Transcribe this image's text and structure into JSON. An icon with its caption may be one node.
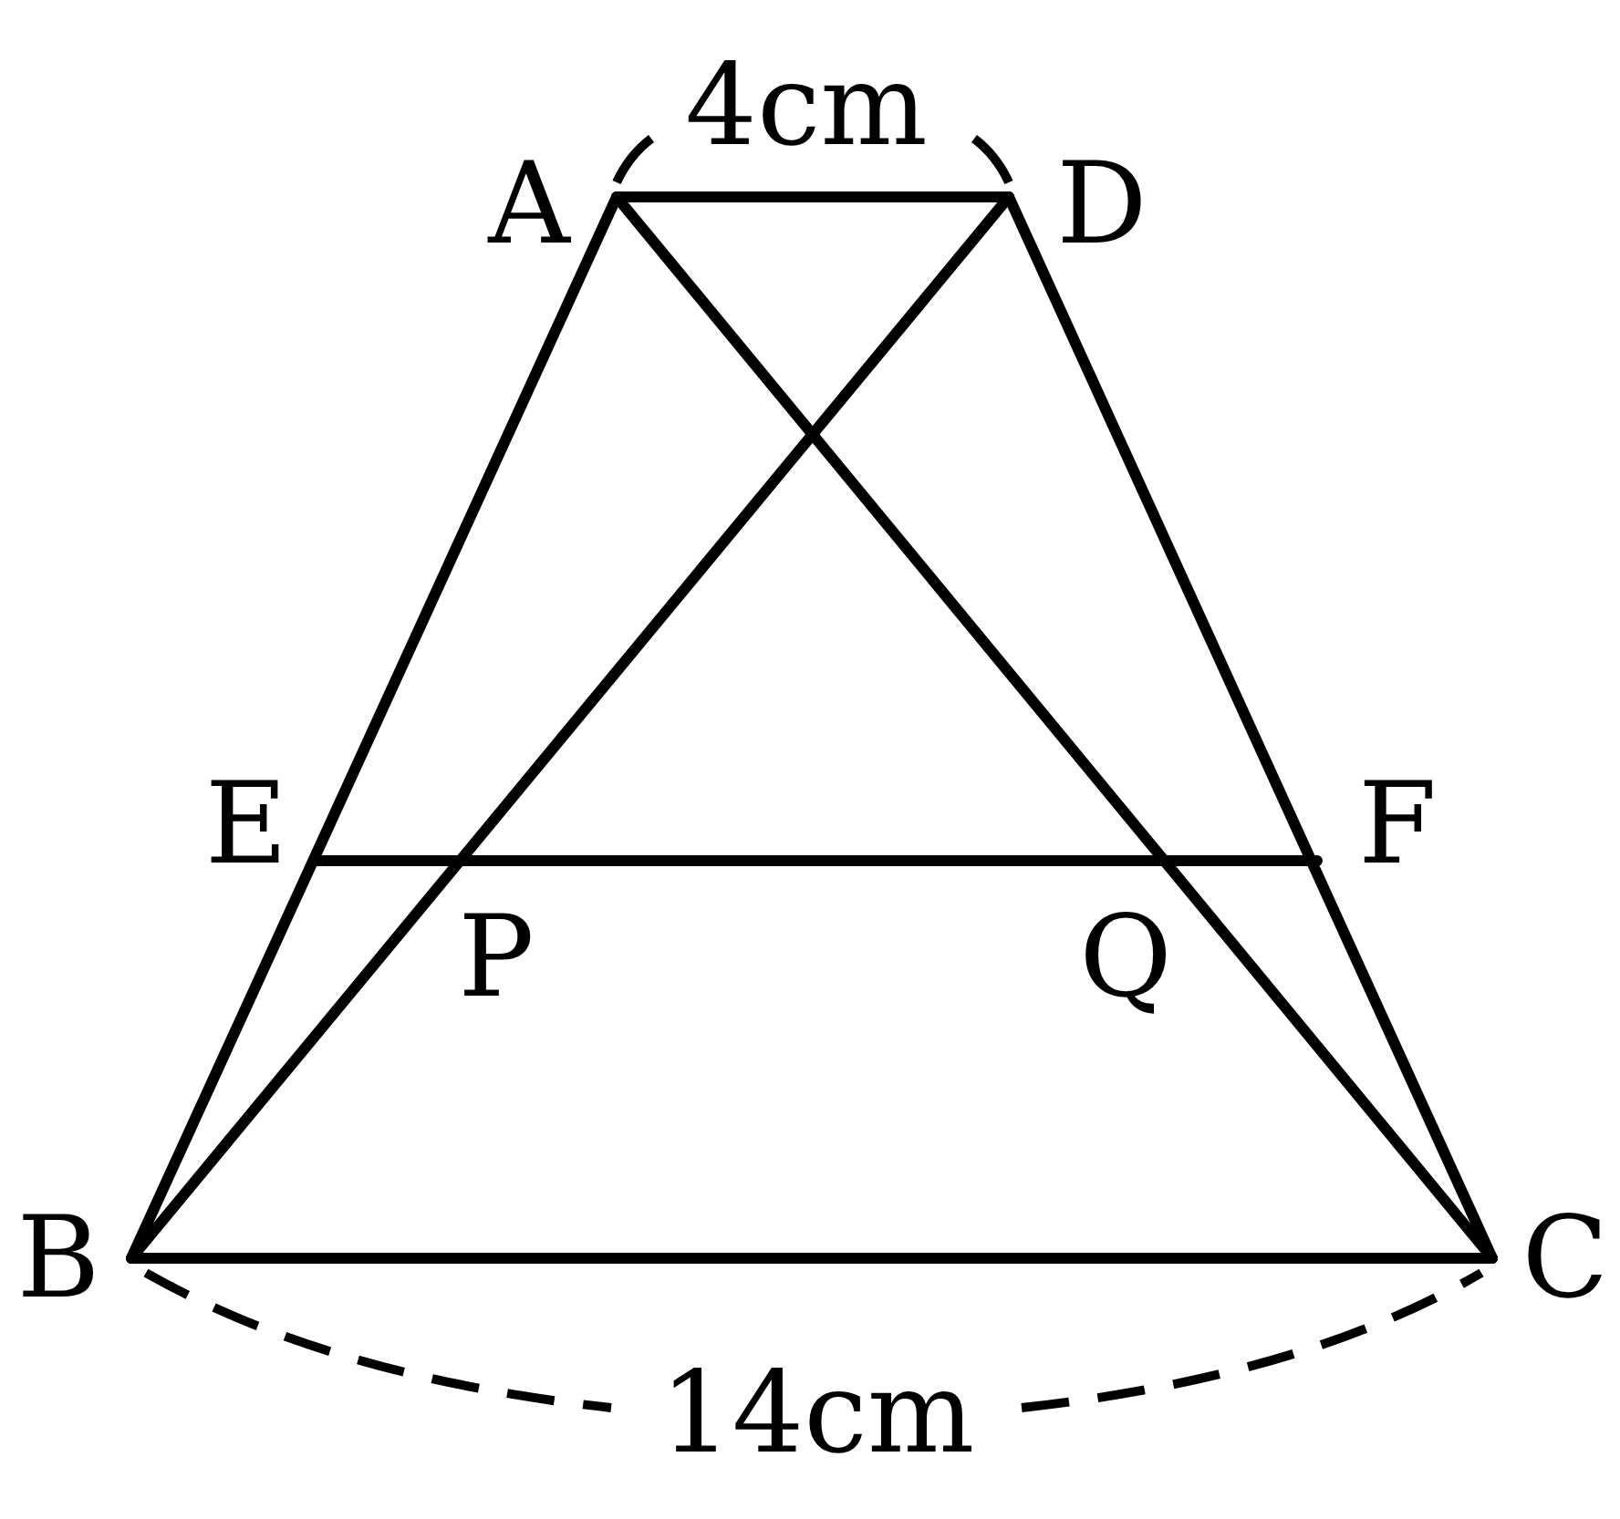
{
  "diagram": {
    "nodes": [
      {
        "text": [
          "A"
        ]
      },
      {
        "text": [
          "D"
        ]
      },
      {
        "text": [
          "E"
        ]
      },
      {
        "text": [
          "F"
        ]
      },
      {
        "text": [
          "P"
        ]
      },
      {
        "text": [
          "Q"
        ]
      },
      {
        "text": [
          "B"
        ]
      },
      {
        "text": [
          "C"
        ]
      }
    ],
    "edges": [
      {
        "from": 0,
        "to": 1,
        "arrow": "none"
      },
      {
        "from": 0,
        "to": 6,
        "arrow": "none"
      },
      {
        "from": 1,
        "to": 7,
        "arrow": "none"
      },
      {
        "from": 6,
        "to": 7,
        "arrow": "none"
      },
      {
        "from": 0,
        "to": 7,
        "arrow": "none"
      },
      {
        "from": 1,
        "to": 6,
        "arrow": "none"
      },
      {
        "from": 2,
        "to": 3,
        "arrow": "none"
      }
    ],
    "labels": [
      "4cm",
      "14cm"
    ]
  }
}
